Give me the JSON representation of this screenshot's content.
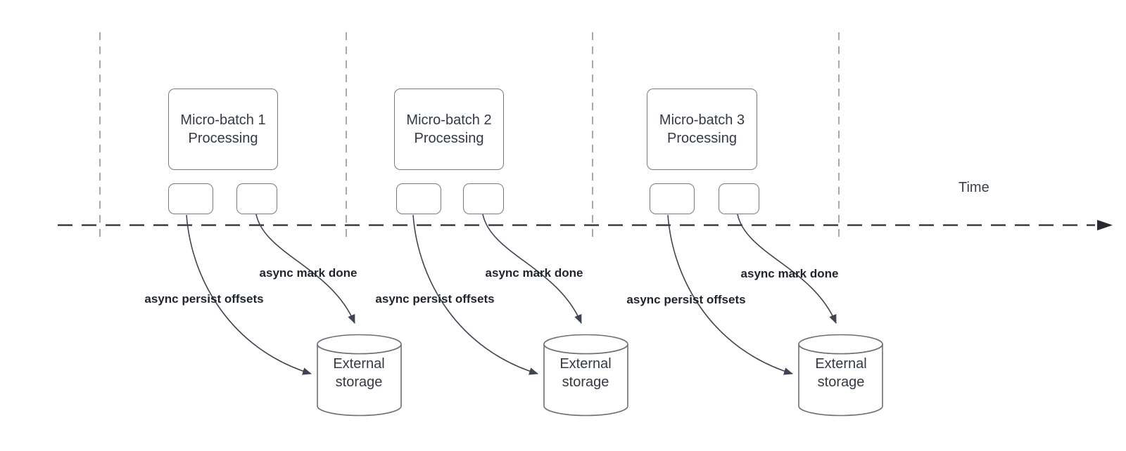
{
  "timeline": {
    "label": "Time"
  },
  "colors": {
    "background": "#ffffff",
    "timeline_line": "#262b33",
    "guide_line": "#a8a8af",
    "connector": "#3e4450",
    "shape_border": "#757b86",
    "cylinder_border": "#6b7078",
    "shape_text": "#343a43",
    "label_text": "#1f242b"
  },
  "batches": [
    {
      "title": "Micro-batch 1\nProcessing",
      "persist_label": "async persist offsets",
      "mark_label": "async mark done",
      "storage_label": "External\nstorage"
    },
    {
      "title": "Micro-batch 2\nProcessing",
      "persist_label": "async persist offsets",
      "mark_label": "async mark done",
      "storage_label": "External\nstorage"
    },
    {
      "title": "Micro-batch 3\nProcessing",
      "persist_label": "async persist offsets",
      "mark_label": "async mark done",
      "storage_label": "External\nstorage"
    }
  ]
}
